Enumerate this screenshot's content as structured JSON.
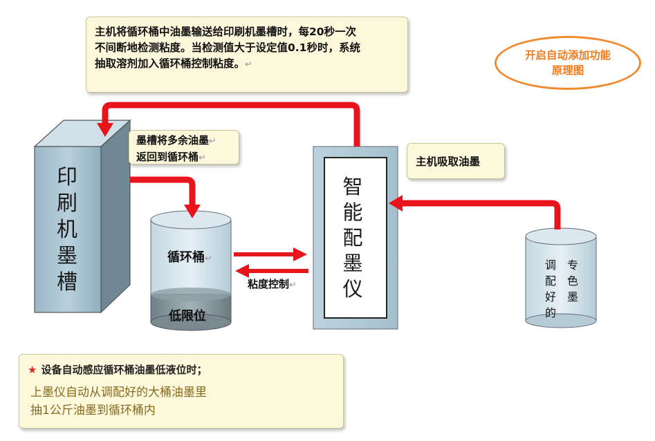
{
  "callouts": {
    "top_lines": [
      "主机将循环桶中油墨输送给印刷机墨槽时，每20秒一次",
      "不间断地检测粘度。当检测值大于设定值0.1秒时，系统",
      "抽取溶剂加入循环桶控制粘度。"
    ],
    "return_lines": [
      "墨槽将多余油墨",
      "返回到循环桶"
    ],
    "host_draw": "主机吸取油墨",
    "bottom_line1": "设备自动感应循环桶油墨低液位时；",
    "bottom_line2": [
      "上墨仪自动从调配好的大桶油墨里",
      "抽1公斤油墨到循环桶内"
    ]
  },
  "title_badge": [
    "开启自动添加功能",
    "原理图"
  ],
  "components": {
    "printer_tank": "印刷机墨槽",
    "circulation_bucket": "循环桶",
    "low_level": "低限位",
    "smart_device": "智能配墨仪",
    "viscosity_control": "粘度控制",
    "ink_bucket_col1": "调配好的",
    "ink_bucket_col2": "专色墨"
  },
  "colors": {
    "arrow_red": "#e8141c",
    "callout_bg": "#fbf8dc",
    "badge_orange": "#f08a2e",
    "tank_blue": "#a9c3d0"
  }
}
